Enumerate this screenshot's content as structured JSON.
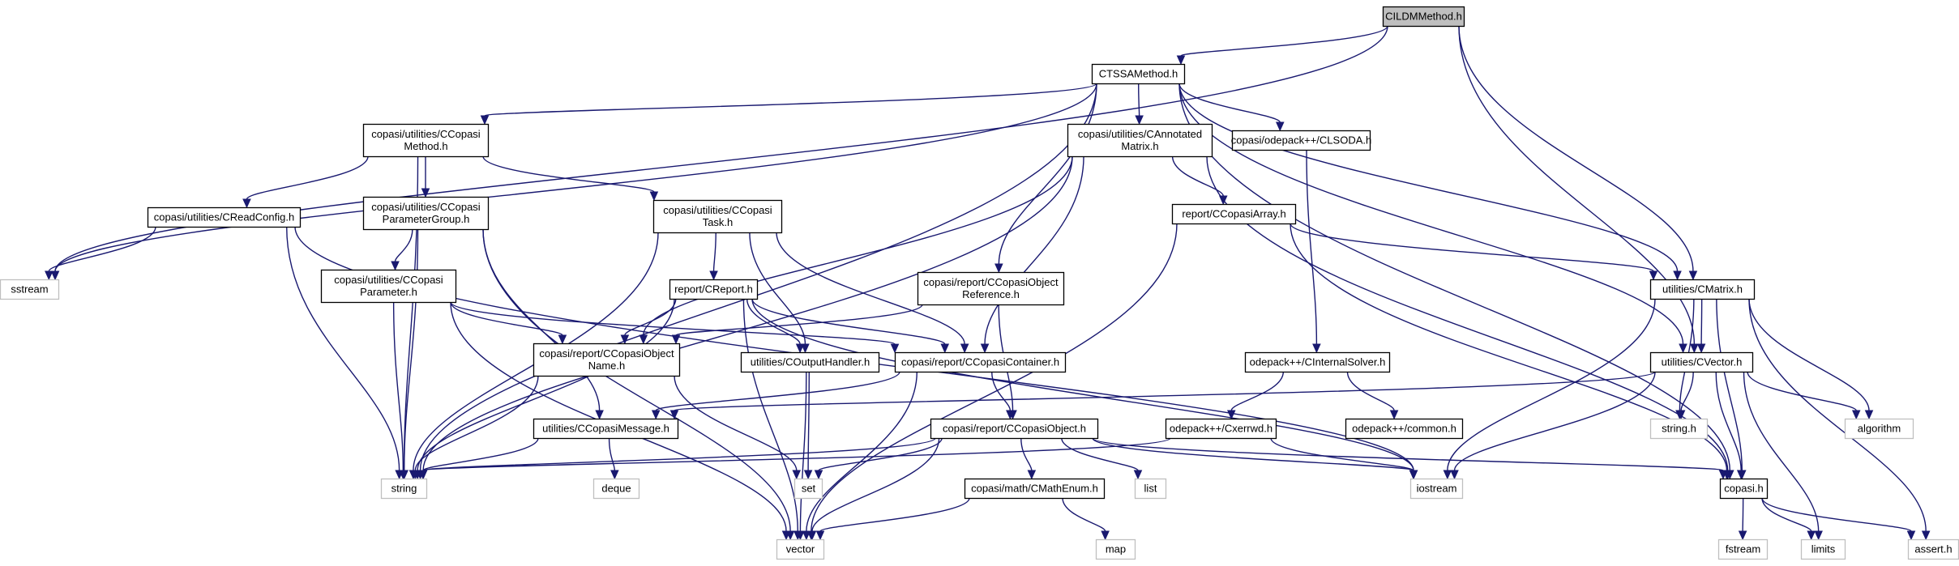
{
  "colors": {
    "edge": "#191970",
    "root_fill": "#bfbfbf",
    "node_fill": "#ffffff",
    "node_border": "#000000",
    "external_border": "#bfbfbf",
    "text": "#000000"
  },
  "nodes": [
    {
      "id": "cildm",
      "lines": [
        "CILDMMethod.h"
      ],
      "kind": "root"
    },
    {
      "id": "ctssa",
      "lines": [
        "CTSSAMethod.h"
      ],
      "kind": "header"
    },
    {
      "id": "ccm",
      "lines": [
        "copasi/utilities/CCopasi",
        "Method.h"
      ],
      "kind": "header"
    },
    {
      "id": "cam",
      "lines": [
        "copasi/utilities/CAnnotated",
        "Matrix.h"
      ],
      "kind": "header"
    },
    {
      "id": "clsoda",
      "lines": [
        "copasi/odepack++/CLSODA.h"
      ],
      "kind": "header"
    },
    {
      "id": "crc",
      "lines": [
        "copasi/utilities/CReadConfig.h"
      ],
      "kind": "header"
    },
    {
      "id": "ccpg",
      "lines": [
        "copasi/utilities/CCopasi",
        "ParameterGroup.h"
      ],
      "kind": "header"
    },
    {
      "id": "cct",
      "lines": [
        "copasi/utilities/CCopasi",
        "Task.h"
      ],
      "kind": "header"
    },
    {
      "id": "rca",
      "lines": [
        "report/CCopasiArray.h"
      ],
      "kind": "header"
    },
    {
      "id": "cmatrix",
      "lines": [
        "utilities/CMatrix.h"
      ],
      "kind": "header"
    },
    {
      "id": "ccp",
      "lines": [
        "copasi/utilities/CCopasi",
        "Parameter.h"
      ],
      "kind": "header"
    },
    {
      "id": "rcr",
      "lines": [
        "report/CReport.h"
      ],
      "kind": "header"
    },
    {
      "id": "ccor",
      "lines": [
        "copasi/report/CCopasiObject",
        "Reference.h"
      ],
      "kind": "header"
    },
    {
      "id": "ccon",
      "lines": [
        "copasi/report/CCopasiObject",
        "Name.h"
      ],
      "kind": "header"
    },
    {
      "id": "coh",
      "lines": [
        "utilities/COutputHandler.h"
      ],
      "kind": "header"
    },
    {
      "id": "ccc",
      "lines": [
        "copasi/report/CCopasiContainer.h"
      ],
      "kind": "header"
    },
    {
      "id": "cis",
      "lines": [
        "odepack++/CInternalSolver.h"
      ],
      "kind": "header"
    },
    {
      "id": "cvector",
      "lines": [
        "utilities/CVector.h"
      ],
      "kind": "header"
    },
    {
      "id": "ccmsg",
      "lines": [
        "utilities/CCopasiMessage.h"
      ],
      "kind": "header"
    },
    {
      "id": "cco",
      "lines": [
        "copasi/report/CCopasiObject.h"
      ],
      "kind": "header"
    },
    {
      "id": "cxerrwd",
      "lines": [
        "odepack++/Cxerrwd.h"
      ],
      "kind": "header"
    },
    {
      "id": "common",
      "lines": [
        "odepack++/common.h"
      ],
      "kind": "header"
    },
    {
      "id": "cme",
      "lines": [
        "copasi/math/CMathEnum.h"
      ],
      "kind": "header"
    },
    {
      "id": "copasi",
      "lines": [
        "copasi.h"
      ],
      "kind": "header"
    },
    {
      "id": "sstream",
      "lines": [
        "sstream"
      ],
      "kind": "external"
    },
    {
      "id": "string",
      "lines": [
        "string"
      ],
      "kind": "external"
    },
    {
      "id": "deque",
      "lines": [
        "deque"
      ],
      "kind": "external"
    },
    {
      "id": "set",
      "lines": [
        "set"
      ],
      "kind": "external"
    },
    {
      "id": "list",
      "lines": [
        "list"
      ],
      "kind": "external"
    },
    {
      "id": "iostream",
      "lines": [
        "iostream"
      ],
      "kind": "external"
    },
    {
      "id": "stringh",
      "lines": [
        "string.h"
      ],
      "kind": "external"
    },
    {
      "id": "algorithm",
      "lines": [
        "algorithm"
      ],
      "kind": "external"
    },
    {
      "id": "vector",
      "lines": [
        "vector"
      ],
      "kind": "external"
    },
    {
      "id": "map",
      "lines": [
        "map"
      ],
      "kind": "external"
    },
    {
      "id": "fstream",
      "lines": [
        "fstream"
      ],
      "kind": "external"
    },
    {
      "id": "limits",
      "lines": [
        "limits"
      ],
      "kind": "external"
    },
    {
      "id": "asserth",
      "lines": [
        "assert.h"
      ],
      "kind": "external"
    }
  ],
  "edges": [
    [
      "cildm",
      "ctssa"
    ],
    [
      "cildm",
      "sstream"
    ],
    [
      "cildm",
      "cmatrix"
    ],
    [
      "cildm",
      "cvector"
    ],
    [
      "ctssa",
      "ccm"
    ],
    [
      "ctssa",
      "cam"
    ],
    [
      "ctssa",
      "clsoda"
    ],
    [
      "ctssa",
      "ccor"
    ],
    [
      "ctssa",
      "cmatrix"
    ],
    [
      "ctssa",
      "cvector"
    ],
    [
      "ctssa",
      "copasi"
    ],
    [
      "ctssa",
      "sstream"
    ],
    [
      "ctssa",
      "string"
    ],
    [
      "ccm",
      "crc"
    ],
    [
      "ccm",
      "ccpg"
    ],
    [
      "ccm",
      "cct"
    ],
    [
      "ccm",
      "string"
    ],
    [
      "crc",
      "sstream"
    ],
    [
      "crc",
      "string"
    ],
    [
      "crc",
      "iostream"
    ],
    [
      "ccpg",
      "ccp"
    ],
    [
      "ccpg",
      "ccmsg"
    ],
    [
      "ccpg",
      "string"
    ],
    [
      "ccpg",
      "vector"
    ],
    [
      "cct",
      "rcr"
    ],
    [
      "cct",
      "coh"
    ],
    [
      "cct",
      "ccc"
    ],
    [
      "cct",
      "string"
    ],
    [
      "cam",
      "ccon"
    ],
    [
      "cam",
      "rca"
    ],
    [
      "cam",
      "ccc"
    ],
    [
      "cam",
      "string"
    ],
    [
      "cam",
      "copasi"
    ],
    [
      "clsoda",
      "cis"
    ],
    [
      "rca",
      "cmatrix"
    ],
    [
      "rca",
      "copasi"
    ],
    [
      "rca",
      "vector"
    ],
    [
      "cmatrix",
      "cvector"
    ],
    [
      "cmatrix",
      "stringh"
    ],
    [
      "cmatrix",
      "algorithm"
    ],
    [
      "cmatrix",
      "iostream"
    ],
    [
      "cmatrix",
      "copasi"
    ],
    [
      "cmatrix",
      "asserth"
    ],
    [
      "ccp",
      "ccon"
    ],
    [
      "ccp",
      "ccc"
    ],
    [
      "ccp",
      "string"
    ],
    [
      "ccp",
      "vector"
    ],
    [
      "rcr",
      "ccon"
    ],
    [
      "rcr",
      "coh"
    ],
    [
      "rcr",
      "ccc"
    ],
    [
      "rcr",
      "string"
    ],
    [
      "rcr",
      "vector"
    ],
    [
      "rcr",
      "iostream"
    ],
    [
      "ccor",
      "ccon"
    ],
    [
      "ccor",
      "cco"
    ],
    [
      "ccon",
      "string"
    ],
    [
      "ccon",
      "set"
    ],
    [
      "coh",
      "set"
    ],
    [
      "coh",
      "vector"
    ],
    [
      "ccc",
      "cco"
    ],
    [
      "ccc",
      "ccmsg"
    ],
    [
      "ccc",
      "vector"
    ],
    [
      "cis",
      "cxerrwd"
    ],
    [
      "cis",
      "common"
    ],
    [
      "cvector",
      "ccmsg"
    ],
    [
      "cvector",
      "stringh"
    ],
    [
      "cvector",
      "algorithm"
    ],
    [
      "cvector",
      "iostream"
    ],
    [
      "cvector",
      "copasi"
    ],
    [
      "cvector",
      "limits"
    ],
    [
      "ccmsg",
      "string"
    ],
    [
      "ccmsg",
      "deque"
    ],
    [
      "cco",
      "string"
    ],
    [
      "cco",
      "set"
    ],
    [
      "cco",
      "list"
    ],
    [
      "cco",
      "iostream"
    ],
    [
      "cco",
      "vector"
    ],
    [
      "cco",
      "cme"
    ],
    [
      "cco",
      "copasi"
    ],
    [
      "cxerrwd",
      "string"
    ],
    [
      "cxerrwd",
      "iostream"
    ],
    [
      "cme",
      "vector"
    ],
    [
      "cme",
      "map"
    ],
    [
      "copasi",
      "fstream"
    ],
    [
      "copasi",
      "limits"
    ],
    [
      "copasi",
      "asserth"
    ]
  ]
}
